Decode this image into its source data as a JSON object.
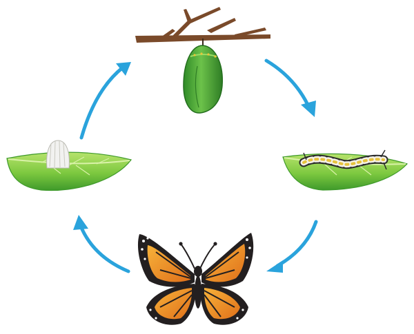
{
  "diagram": {
    "stages": [
      {
        "id": "egg",
        "icon": "egg-on-leaf-icon"
      },
      {
        "id": "larva",
        "icon": "caterpillar-on-leaf-icon"
      },
      {
        "id": "pupa",
        "icon": "chrysalis-on-branch-icon"
      },
      {
        "id": "adult",
        "icon": "monarch-butterfly-icon"
      }
    ],
    "cycle_direction": "clockwise",
    "colors": {
      "arrow": "#2aa3dc",
      "leaf_light": "#8fd14f",
      "leaf_dark": "#3f9a2b",
      "chrysalis": "#4faf3a",
      "branch": "#7a4a2a",
      "wing_orange": "#f08a1c",
      "wing_black": "#231f20",
      "egg": "#f2f2f0"
    }
  }
}
